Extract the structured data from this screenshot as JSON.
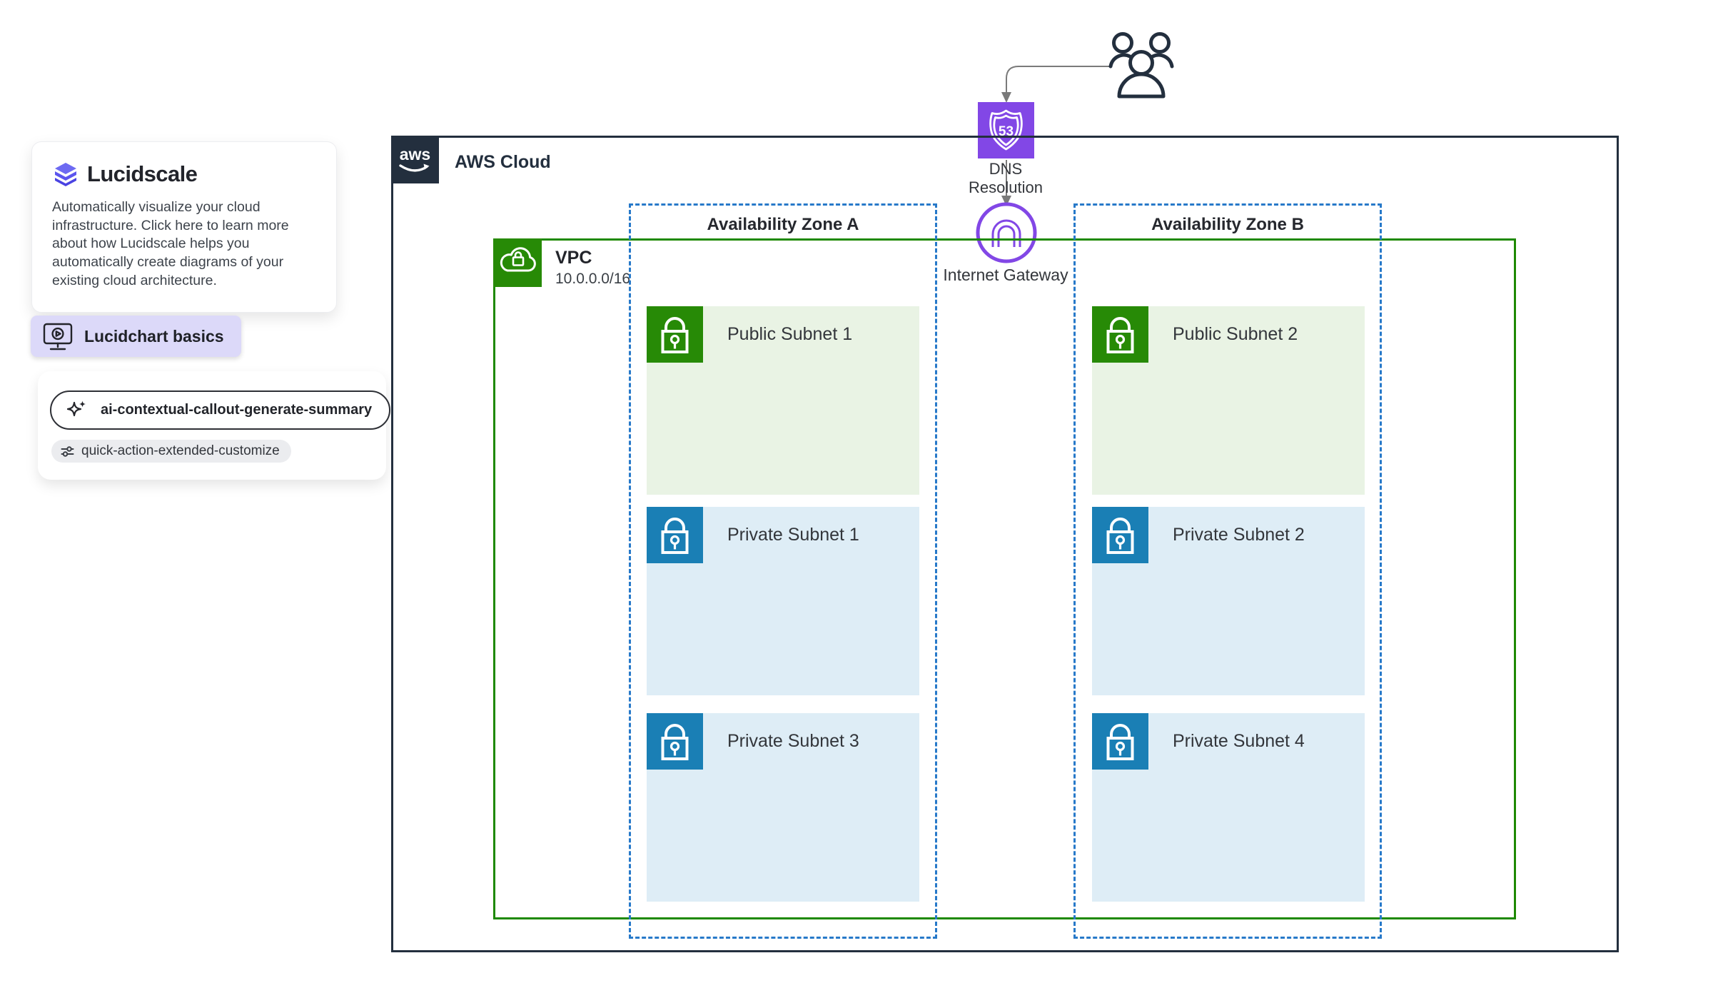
{
  "sidebar": {
    "lucidscale": {
      "brand": "Lucidscale",
      "description": "Automatically visualize your cloud infrastructure. Click here to learn more about how Lucidscale helps you automatically create diagrams of your existing cloud architecture."
    },
    "basics": {
      "label": "Lucidchart basics"
    },
    "ai": {
      "primary": "ai-contextual-callout-generate-summary",
      "secondary": "quick-action-extended-customize"
    }
  },
  "diagram": {
    "aws": {
      "label": "AWS Cloud",
      "logo_text": "aws"
    },
    "vpc": {
      "label": "VPC",
      "cidr": "10.0.0.0/16"
    },
    "zones": [
      {
        "label": "Availability Zone A",
        "subnets": [
          {
            "name": "Public Subnet 1",
            "type": "public"
          },
          {
            "name": "Private Subnet 1",
            "type": "private"
          },
          {
            "name": "Private Subnet 3",
            "type": "private"
          }
        ]
      },
      {
        "label": "Availability Zone B",
        "subnets": [
          {
            "name": "Public Subnet 2",
            "type": "public"
          },
          {
            "name": "Private Subnet 2",
            "type": "private"
          },
          {
            "name": "Private Subnet 4",
            "type": "private"
          }
        ]
      }
    ],
    "route53": {
      "badge": "53",
      "label": "DNS Resolution"
    },
    "internet_gateway": {
      "label": "Internet Gateway"
    },
    "icons": {
      "users": "users-group-icon",
      "route53": "route-53-shield-icon",
      "internet_gateway": "gateway-arch-icon",
      "vpc": "cloud-lock-icon",
      "public_subnet": "padlock-icon",
      "private_subnet": "padlock-icon",
      "aws": "aws-smile-logo"
    },
    "colors": {
      "aws_navy": "#232F3E",
      "vpc_green_border": "#1E8900",
      "subnet_green_icon": "#278A06",
      "subnet_green_fill": "#E9F3E4",
      "subnet_blue_icon": "#1A7FB5",
      "subnet_blue_fill": "#DEEDF6",
      "zone_dashed_blue": "#2779C9",
      "networking_purple": "#8247E6",
      "arrow_gray": "#7A7A7A",
      "lavender_button": "#DCD9F9"
    }
  }
}
